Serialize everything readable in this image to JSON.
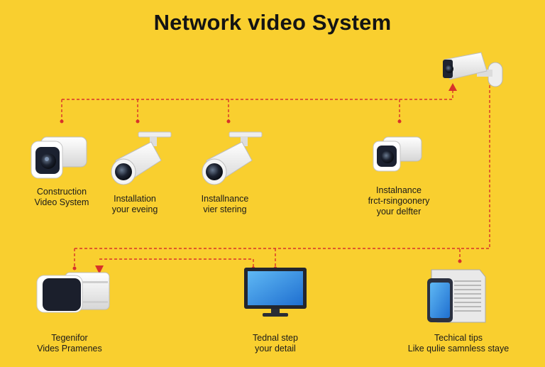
{
  "title": "Network video System",
  "colors": {
    "background": "#f9cf2f",
    "connector": "#d8322a",
    "text": "#1a1a1a"
  },
  "nodes": [
    {
      "id": "top-right-camera",
      "icon": "dome-camera-icon",
      "lines": []
    },
    {
      "id": "camera-1",
      "icon": "box-camera-icon",
      "lines": [
        "Construction",
        "Video System"
      ]
    },
    {
      "id": "camera-2",
      "icon": "bullet-camera-icon",
      "lines": [
        "Installation",
        "your eveing"
      ]
    },
    {
      "id": "camera-3",
      "icon": "bullet-camera-icon",
      "lines": [
        "Installnance",
        "vier stering"
      ]
    },
    {
      "id": "camera-4",
      "icon": "box-camera-icon",
      "lines": [
        "Instalnance",
        "frct-rsingoonery",
        "your delfter"
      ]
    },
    {
      "id": "recorder",
      "icon": "large-camera-icon",
      "lines": [
        "Tegenifor",
        "Vides Pramenes"
      ]
    },
    {
      "id": "monitor",
      "icon": "monitor-icon",
      "lines": [
        "Tednal step",
        "your detail"
      ]
    },
    {
      "id": "server",
      "icon": "server-device-icon",
      "lines": [
        "Techical tips",
        "Like qulie samnless staye"
      ]
    }
  ]
}
